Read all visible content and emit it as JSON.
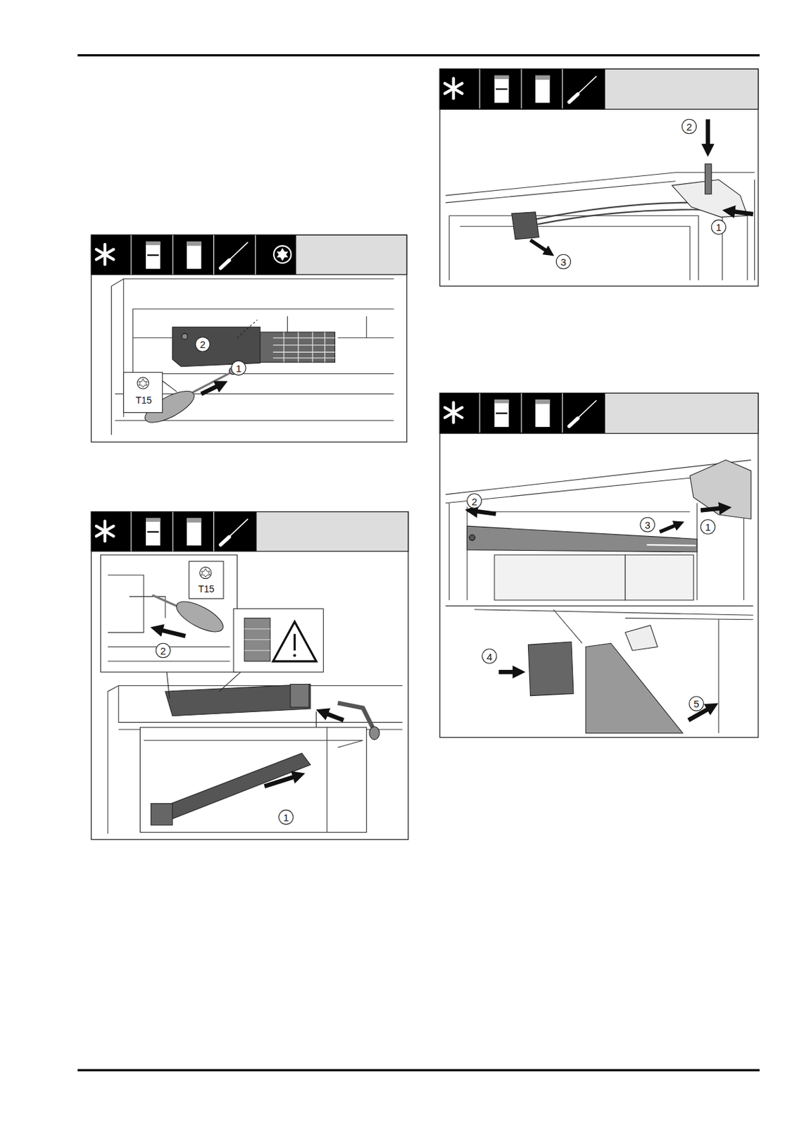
{
  "diagram": {
    "labels": [
      "2",
      "1",
      "T15",
      "T15",
      "2",
      "1",
      "2",
      "1",
      "3",
      "2",
      "3",
      "1",
      "4",
      "5"
    ]
  }
}
